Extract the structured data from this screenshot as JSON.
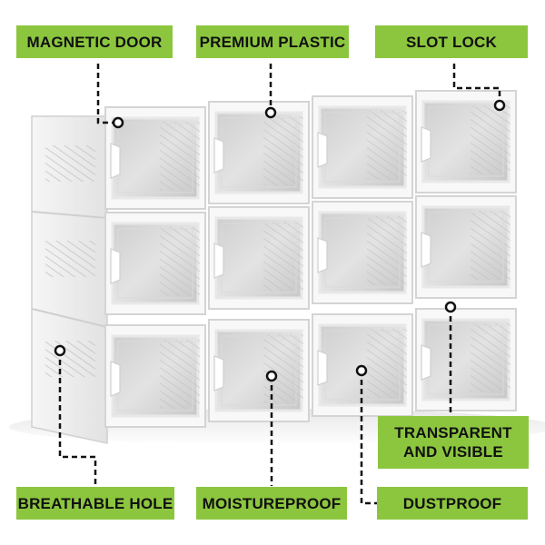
{
  "labels": {
    "magnetic_door": "MAGNETIC DOOR",
    "premium_plastic": "PREMIUM PLASTIC",
    "slot_lock": "SLOT LOCK",
    "transparent_line1": "TRANSPARENT",
    "transparent_line2": "AND VISIBLE",
    "breathable_hole": "BREATHABLE HOLE",
    "moistureproof": "MOISTUREPROOF",
    "dustproof": "DUSTPROOF"
  },
  "colors": {
    "label_background": "#8cc63f",
    "label_text": "#111111",
    "callout_line": "#111111",
    "background": "#ffffff"
  },
  "product": {
    "columns": 4,
    "rows": 3,
    "item": "stackable clear shoe box cabinet"
  }
}
